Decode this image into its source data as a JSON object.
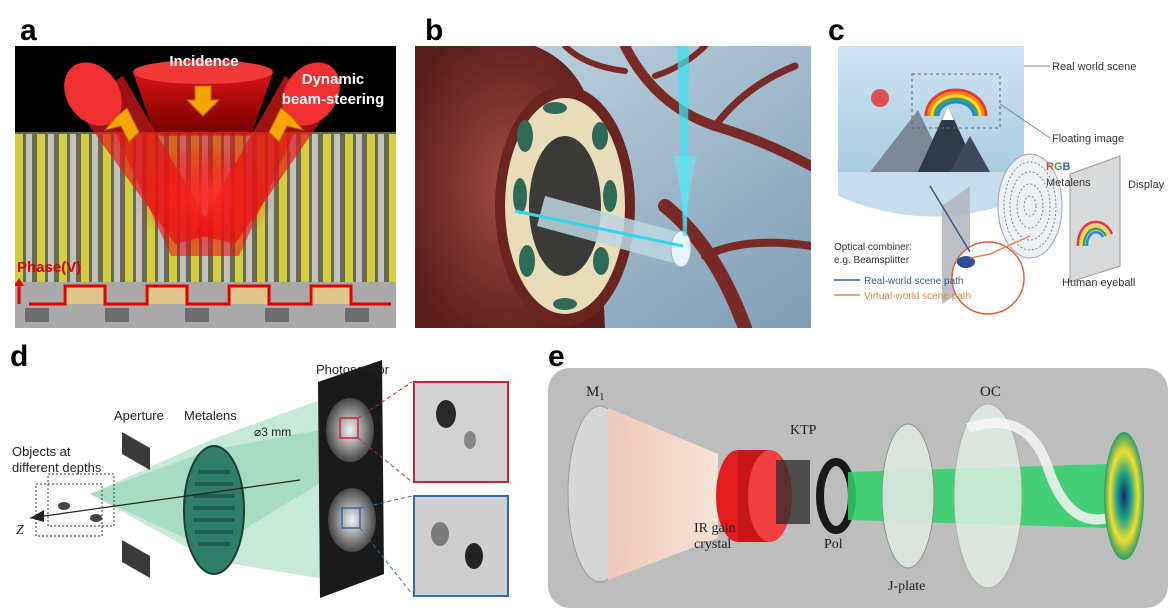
{
  "panels": {
    "a": {
      "label": "a",
      "incidence": "Incidence",
      "steer_line1": "Dynamic",
      "steer_line2": "beam-steering",
      "phase": "Phase(V)"
    },
    "b": {
      "label": "b"
    },
    "c": {
      "label": "c",
      "real_world": "Real world scene",
      "floating": "Floating image",
      "rgb_r": "R",
      "rgb_g": "G",
      "rgb_b": "B",
      "metalens": "Metalens",
      "display": "Display",
      "combiner_line1": "Optical combiner:",
      "combiner_line2": "e.g. Beamsplitter",
      "legend_real": "Real-world scene path",
      "legend_virtual": "Virtual-world scene path",
      "eyeball": "Human eyeball"
    },
    "d": {
      "label": "d",
      "photosensor": "Photosensor",
      "aperture": "Aperture",
      "metalens": "Metalens",
      "diameter": "⌀3 mm",
      "objects_line1": "Objects at",
      "objects_line2": "different depths",
      "z_axis": "Z"
    },
    "e": {
      "label": "e",
      "m1_main": "M",
      "m1_sub": "1",
      "ktp": "KTP",
      "oc": "OC",
      "ir_line1": "IR gain",
      "ir_line2": "crystal",
      "pol": "Pol",
      "jplate": "J-plate"
    }
  },
  "colors": {
    "a_beam": "#e21a1a",
    "a_bg_top": "#000000",
    "a_phase": "#e00000",
    "a_arrow": "#f5a400",
    "c_sky": "#cfe4f2",
    "c_real_path": "#3a5a8c",
    "c_virtual_path": "#d9884a",
    "d_light": "#5fbf8f",
    "d_inset_red": "#c0283a",
    "d_inset_blue": "#2f6ba8",
    "e_bg": "#bdbdbd",
    "e_green": "#2fd16a"
  }
}
